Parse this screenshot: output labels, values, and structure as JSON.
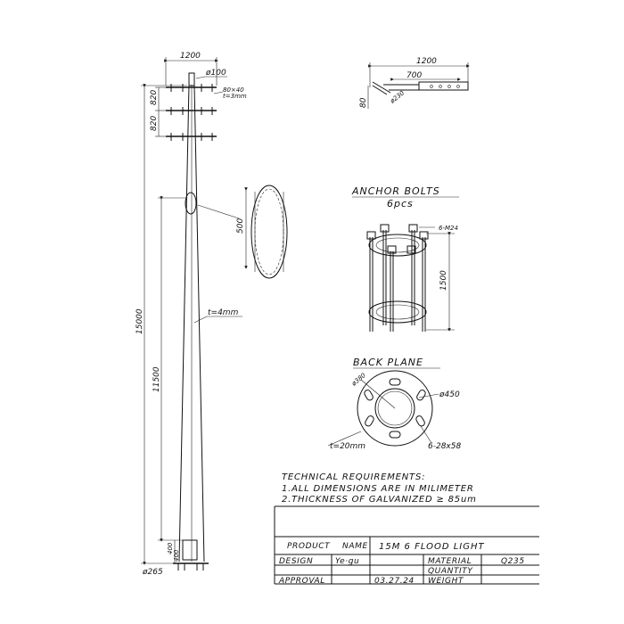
{
  "pole": {
    "crossarm_width": "1200",
    "crossarm_pipe": "ø100",
    "arm_section_1": "80×40",
    "arm_section_2": "t=3mm",
    "arm_spacing_1": "820",
    "arm_spacing_2": "820",
    "total_height": "15000",
    "shaft_height": "11500",
    "wall_thickness": "t=4mm",
    "base_dim_1": "400",
    "base_dim_2": "400",
    "base_diameter": "ø265"
  },
  "detail": {
    "door_height": "500"
  },
  "bracket": {
    "width": "1200",
    "inner": "700",
    "pipe": "ø230",
    "height": "80"
  },
  "anchor": {
    "title": "ANCHOR BOLTS",
    "subtitle": "6pcs",
    "bolt": "6-M24",
    "length": "1500"
  },
  "backplane": {
    "title": "BACK PLANE",
    "inner_diameter": "ø380",
    "outer_diameter": "ø450",
    "thickness": "t=20mm",
    "slots": "6-28x58"
  },
  "requirements": {
    "title": "TECHNICAL REQUIREMENTS:",
    "line1": "1.ALL DIMENSIONS ARE IN MILIMETER",
    "line2": "2.THICKNESS OF GALVANIZED ≥ 85um"
  },
  "titleblock": {
    "product_label": "PRODUCT",
    "name_label": "NAME",
    "product_name": "15M 6 FLOOD LIGHT",
    "design_label": "DESIGN",
    "design_signature": "Ye·gu",
    "material_label": "MATERIAL",
    "material_value": "Q235",
    "quantity_label": "QUANTITY",
    "approval_label": "APPROVAL",
    "date": "03.27.24",
    "weight_label": "WEIGHT"
  }
}
